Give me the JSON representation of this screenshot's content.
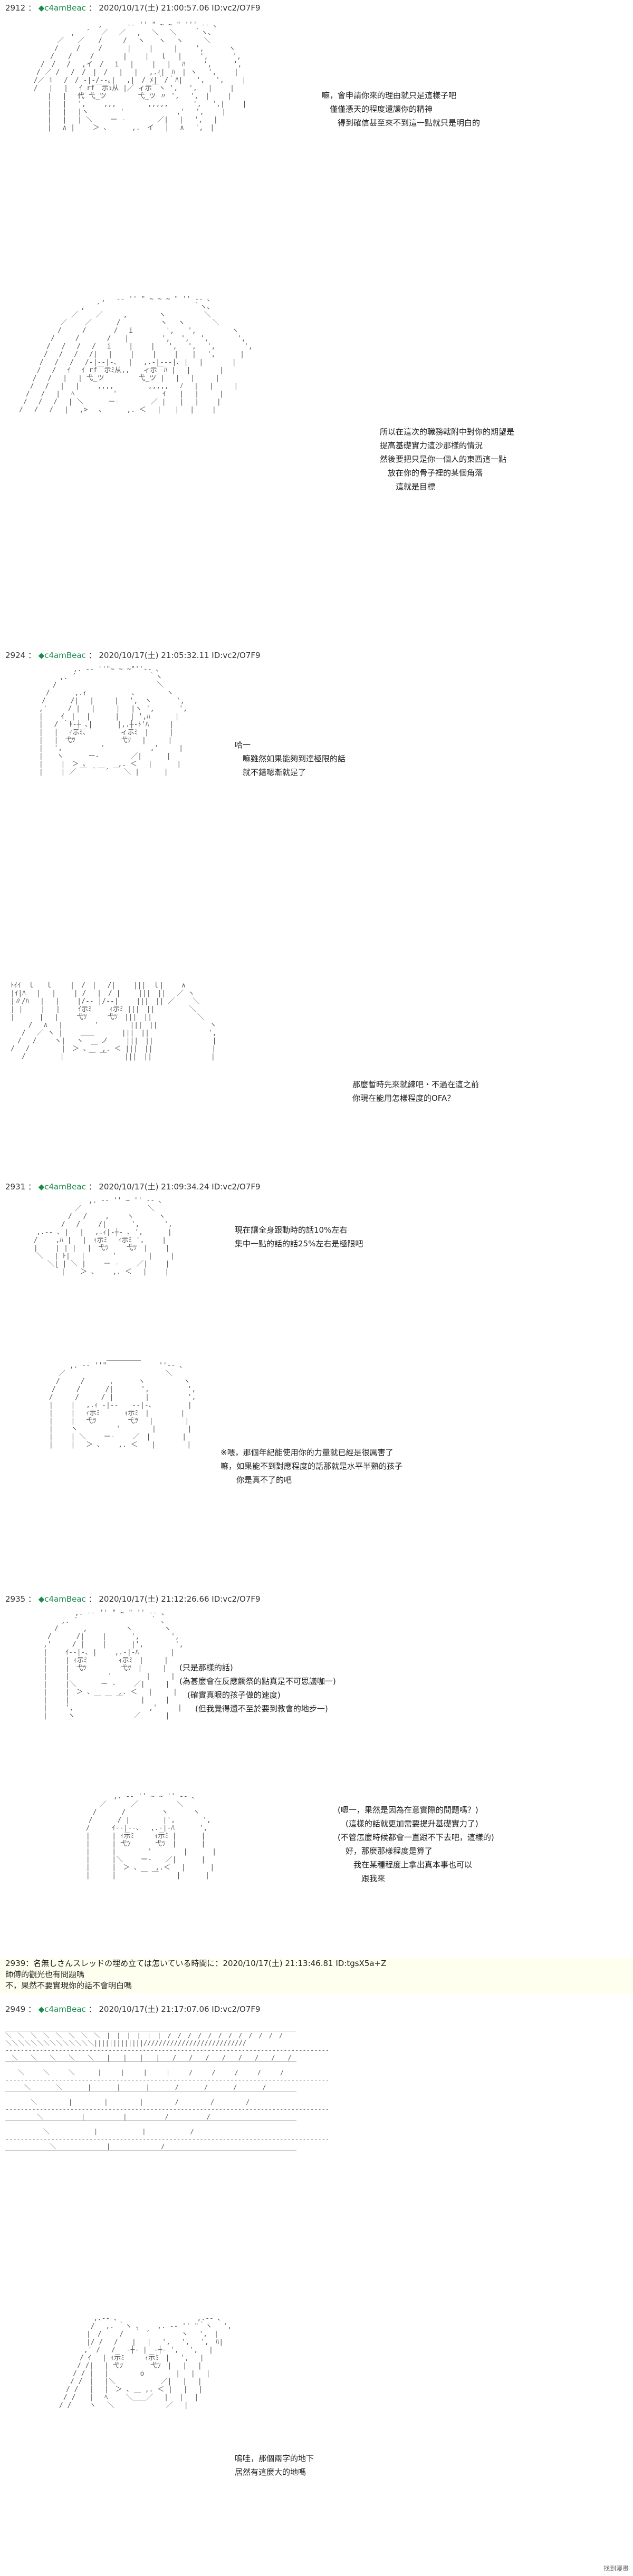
{
  "posts": [
    {
      "num": "2912",
      "name": "◆c4amBeac",
      "meta": "2020/10/17(土) 21:00:57.06 ID:vc2/O7F9"
    },
    {
      "num": "2924",
      "name": "◆c4amBeac",
      "meta": "2020/10/17(土) 21:05:32.11 ID:vc2/O7F9"
    },
    {
      "num": "2931",
      "name": "◆c4amBeac",
      "meta": "2020/10/17(土) 21:09:34.24 ID:vc2/O7F9"
    },
    {
      "num": "2935",
      "name": "◆c4amBeac",
      "meta": "2020/10/17(土) 21:12:26.66 ID:vc2/O7F9"
    },
    {
      "num": "2949",
      "name": "◆c4amBeac",
      "meta": "2020/10/17(土) 21:17:07.06 ID:vc2/O7F9"
    }
  ],
  "dialogues": [
    "嘛，會申請你來的理由就只是這樣子吧\n　僅僅憑天的程度還讓你的精神\n　　得到確信甚至來不到這一點就只是明白的",
    "所以在這次的職務轄附中對你的期望是\n提高基礎實力這沙那樣的情況\n然後要把只是你一個人的東西這一點\n　放在你的骨子裡的某個角落\n　　這就是目標",
    "哈一\n　嘛雖然如果能夠到達極限的話\n　就不錯嗯漸就是了",
    "那麼暫時先來就練吧・不過在這之前\n你現在能用怎樣程度的OFA？",
    "現在讓全身跟動時的話10%左右\n集中一點的話的話25%左右是極限吧",
    "※喂，那個年紀能使用你的力量就已經是很厲害了\n嘛，如果能不到對應程度的話那就是水平半熟的孩子\n　　你是真不了的吧",
    "(只是那樣的話)\n(為甚麼會在反應觸祭的點真是不可思議咖一)\n　(確實真眼的孩子做的速度)\n　　(但我覺得還不至於要到教會的地步一)",
    "(嗯一，果然是因為在意實際的問題嗎？)\n　(這樣的話就更加需要提升基礎實力了)\n(不管怎麼時候都會一直跟不下去吧，這樣的)\n　好，那麼那樣程度是算了\n　　我在某種程度上拿出真本事也可以\n　　　跟我來",
    "嗚哇，那個兩字的地下\n居然有這麼大的地嗎"
  ],
  "highlight": {
    "line1": "2939：名無しさんスレッドの埋め立ては怎いている時間に：2020/10/17(土) 21:13:46.81 ID:tgsX5a+Z",
    "line2": "師傅的觀光也有問題嗎",
    "line3": "不，果然不要實現你的話不會明白嗎"
  },
  "footer": "找到漫畫"
}
